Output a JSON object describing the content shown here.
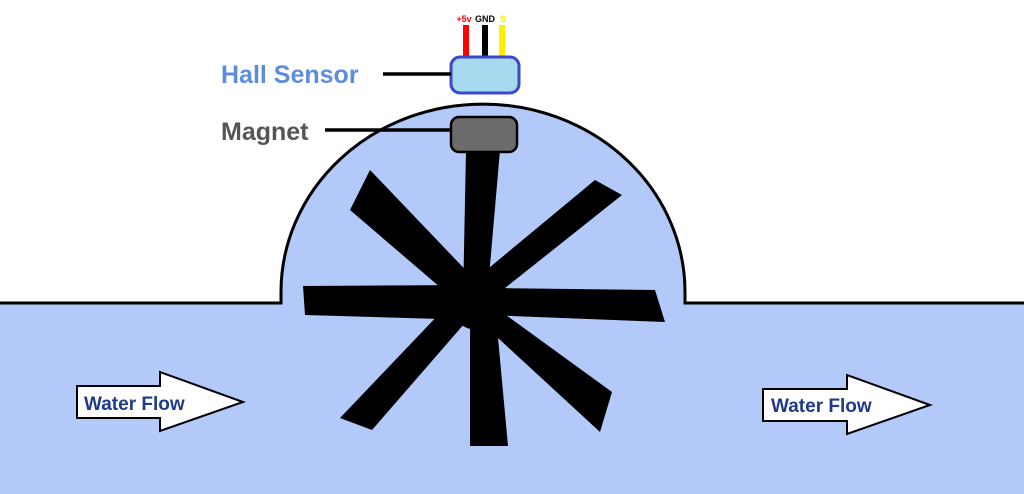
{
  "colors": {
    "water": "#b3c9fa",
    "outline": "#000000",
    "sensor_fill": "#a6d8ee",
    "sensor_border": "#3b48c9",
    "hall_label": "#5b8cde",
    "magnet_fill": "#6b6b6b",
    "magnet_label": "#555555",
    "wire_5v": "#ff0000",
    "wire_gnd": "#000000",
    "wire_signal": "#ffee00",
    "flow_text": "#1f3a8a",
    "arrow_fill": "#ffffff"
  },
  "labels": {
    "hall_sensor": "Hall Sensor",
    "magnet": "Magnet",
    "pin_5v": "+5v",
    "pin_gnd": "GND",
    "pin_signal": "S",
    "water_flow_left": "Water Flow",
    "water_flow_right": "Water Flow"
  },
  "icons": {
    "impeller": "impeller-icon",
    "flow_arrow": "right-arrow-icon"
  }
}
